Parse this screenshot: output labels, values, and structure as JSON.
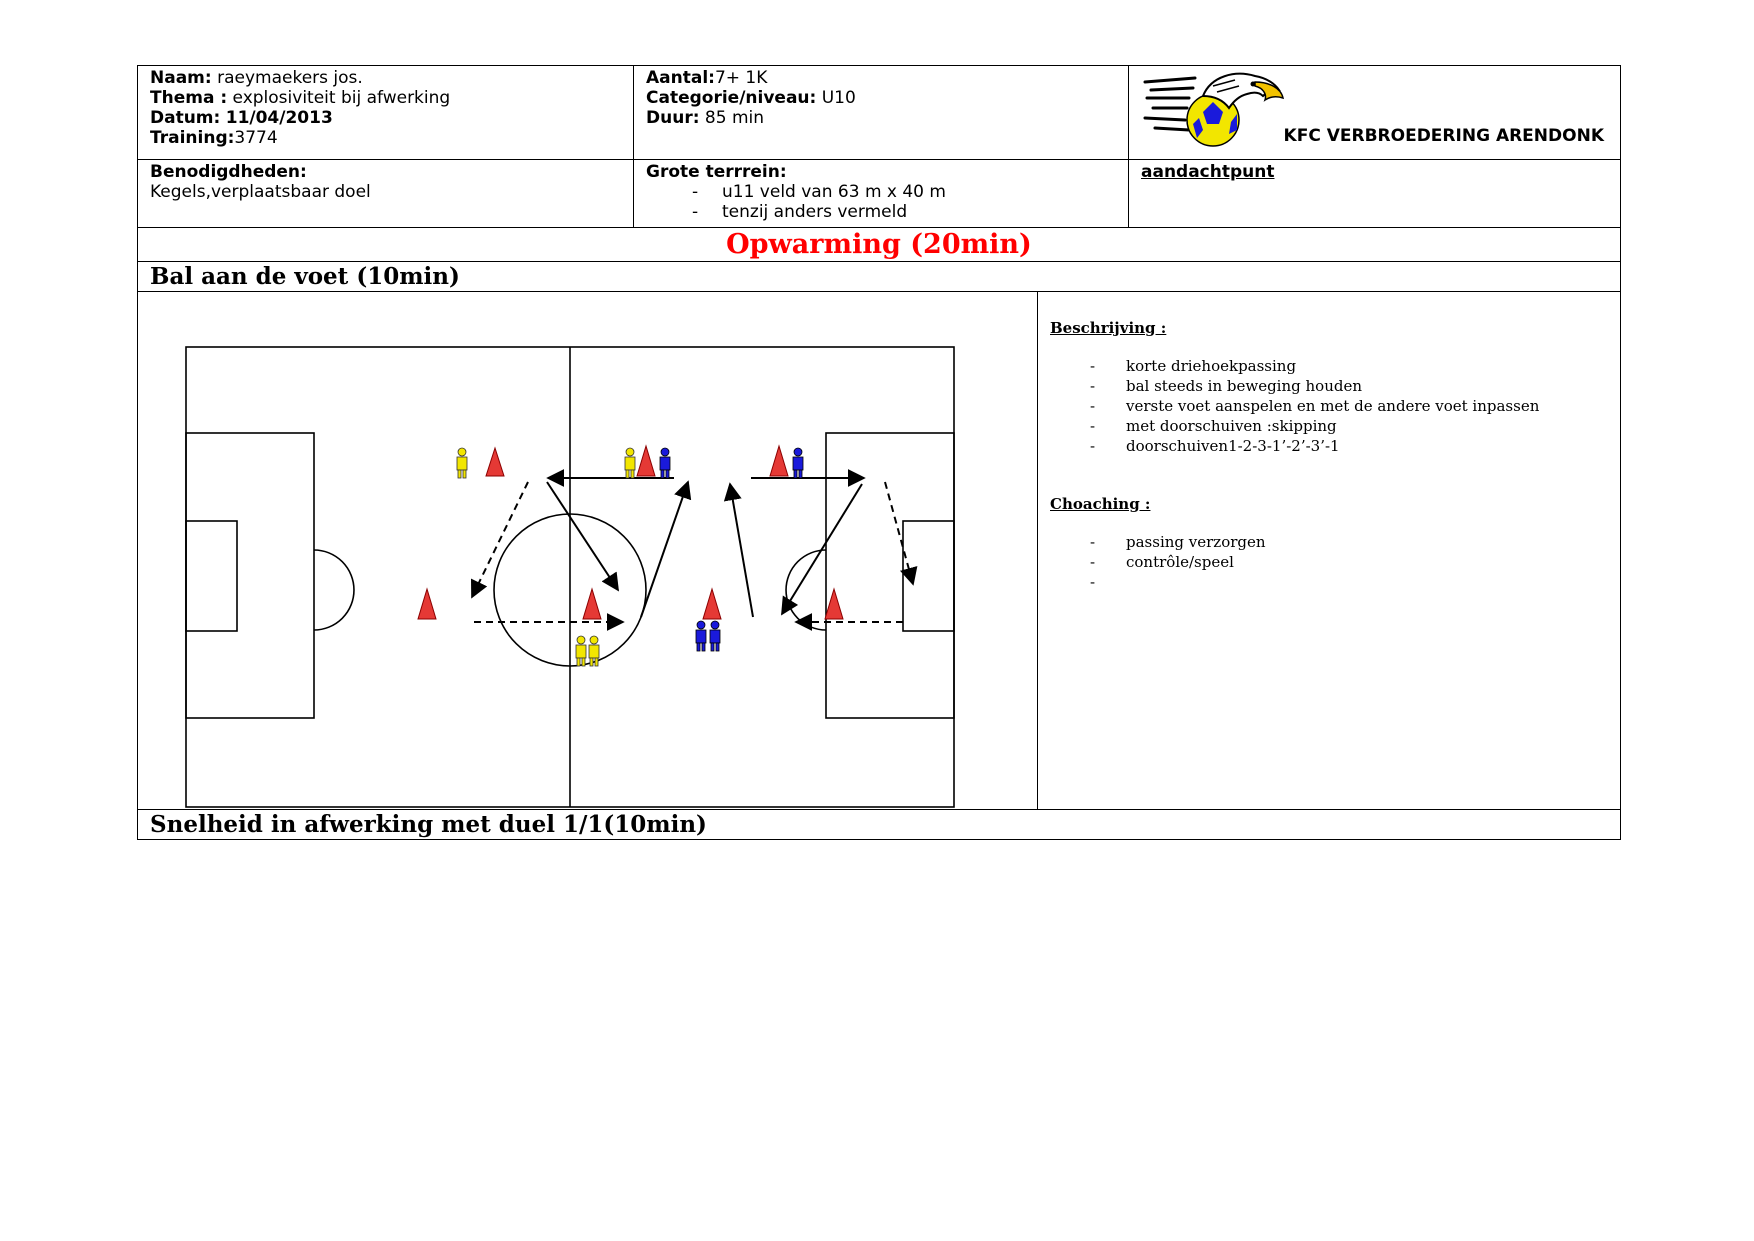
{
  "header": {
    "naam_label": "Naam:",
    "naam_value": "raeymaekers jos.",
    "thema_label": "Thema :",
    "thema_value": "explosiviteit bij afwerking",
    "datum_label": "Datum:",
    "datum_value": "11/04/2013",
    "training_label": "Training:",
    "training_value": "3774",
    "aantal_label": "Aantal:",
    "aantal_value": "7+ 1K",
    "categorie_label": "Categorie/niveau:",
    "categorie_value": "U10",
    "duur_label": "Duur:",
    "duur_value": "85 min",
    "club_name": "KFC VERBROEDERING ARENDONK"
  },
  "info": {
    "benodigdheden_label": "Benodigdheden:",
    "benodigdheden_value": "Kegels,verplaatsbaar doel",
    "terrein_label": "Grote terrrein:",
    "terrein_items": [
      "u11 veld van 63 m x 40 m",
      "tenzij anders vermeld"
    ],
    "aandachtpunt_label": "aandachtpunt"
  },
  "section": {
    "title": "Opwarming (20min)"
  },
  "exercise1": {
    "title": "Bal aan de voet  (10min)",
    "beschrijving_label": "Beschrijving :",
    "beschrijving_items": [
      "korte driehoekpassing",
      "bal steeds in beweging houden",
      "verste voet aanspelen en met de andere voet inpassen",
      "met doorschuiven :skipping",
      "doorschuiven1-2-3-1’-2’-3’-1"
    ],
    "coaching_label": "Choaching :",
    "coaching_items": [
      "passing verzorgen",
      "contrôle/speel",
      ""
    ]
  },
  "exercise2": {
    "title": "Snelheid in afwerking met duel 1/1(10min)"
  },
  "colors": {
    "cone": "#e53935",
    "team_yellow": "#f2e600",
    "team_blue": "#1a1adb",
    "title_red": "#ff0000"
  }
}
